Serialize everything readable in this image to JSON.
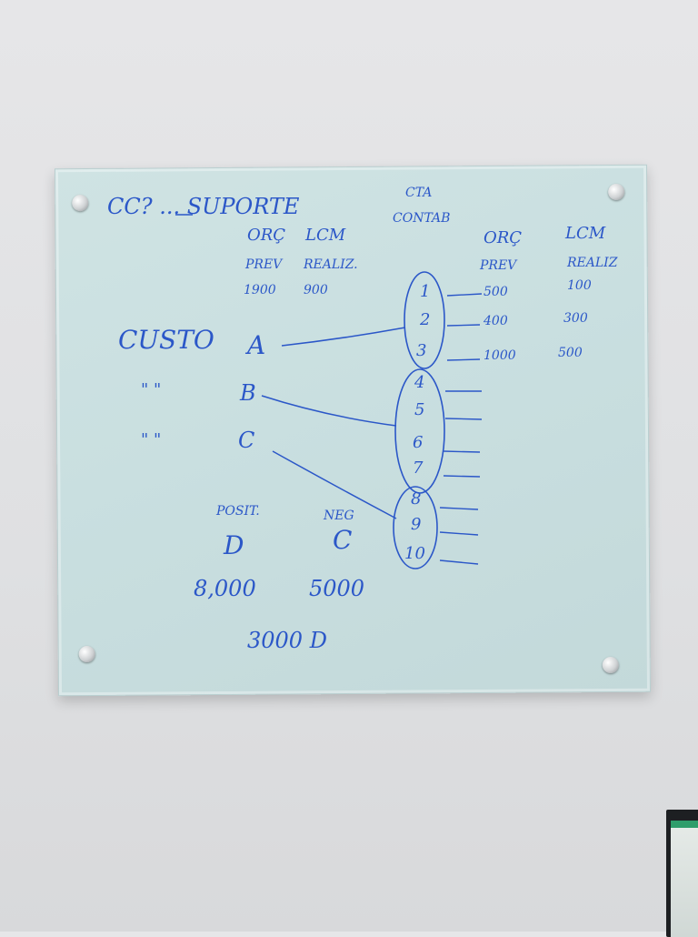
{
  "board": {
    "title": "CC? ... SUPORTE",
    "cta_header": [
      "CTA",
      "CONTAB"
    ],
    "left_table": {
      "col1_head": [
        "ORÇ",
        "PREV"
      ],
      "col2_head": [
        "LCM",
        "REALIZ."
      ],
      "values": [
        "1900",
        "900"
      ]
    },
    "cost_rows": [
      {
        "label": "CUSTO",
        "letter": "A"
      },
      {
        "label": "\" \"",
        "letter": "B"
      },
      {
        "label": "\" \"",
        "letter": "C"
      }
    ],
    "accounts": [
      "1",
      "2",
      "3",
      "4",
      "5",
      "6",
      "7",
      "8",
      "9",
      "10"
    ],
    "right_head": {
      "orc": [
        "ORÇ",
        "PREV"
      ],
      "lcm": [
        "LCM",
        "REALIZ"
      ]
    },
    "right_values": [
      {
        "orc": "500",
        "lcm": "100"
      },
      {
        "orc": "400",
        "lcm": "300"
      },
      {
        "orc": "1000",
        "lcm": "500"
      }
    ],
    "posit": {
      "label": "POSIT.",
      "letter": "D",
      "value": "8,000"
    },
    "neg": {
      "label": "NEG",
      "letter": "C",
      "value": "5000"
    },
    "result": "3000 D"
  },
  "colors": {
    "ink": "#2b57c8",
    "board": "#c9dfe0",
    "wall": "#e2e3e5"
  }
}
